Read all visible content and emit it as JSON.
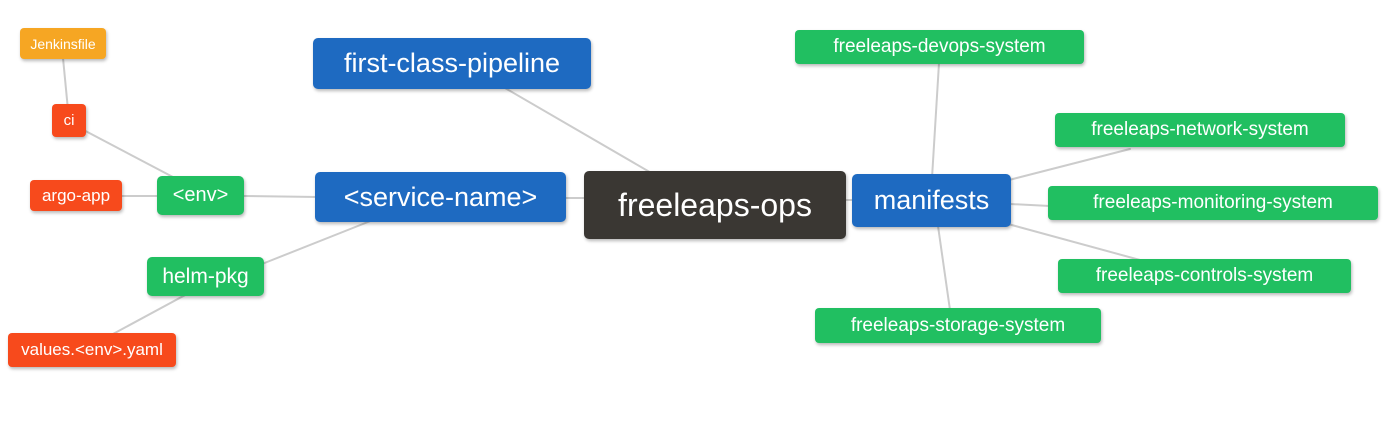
{
  "diagram": {
    "type": "mindmap",
    "root_label": "freeleaps-ops",
    "colors": {
      "root_bg": "#3a3733",
      "branch_bg": "#1e6ac1",
      "sub_bg": "#21bf61",
      "leaf_orange_bg": "#f6a623",
      "leaf_red_bg": "#f74a1c",
      "text": "#ffffff",
      "edge": "#cccccc"
    },
    "nodes": {
      "root": {
        "label": "freeleaps-ops"
      },
      "first_class_pipeline": {
        "label": "first-class-pipeline"
      },
      "service_name": {
        "label": "<service-name>"
      },
      "env": {
        "label": "<env>"
      },
      "ci": {
        "label": "ci"
      },
      "jenkinsfile": {
        "label": "Jenkinsfile"
      },
      "argo_app": {
        "label": "argo-app"
      },
      "helm_pkg": {
        "label": "helm-pkg"
      },
      "values_env_yaml": {
        "label": "values.<env>.yaml"
      },
      "manifests": {
        "label": "manifests"
      },
      "devops_system": {
        "label": "freeleaps-devops-system"
      },
      "network_system": {
        "label": "freeleaps-network-system"
      },
      "monitoring_system": {
        "label": "freeleaps-monitoring-system"
      },
      "controls_system": {
        "label": "freeleaps-controls-system"
      },
      "storage_system": {
        "label": "freeleaps-storage-system"
      }
    },
    "edges": [
      [
        "jenkinsfile",
        "ci"
      ],
      [
        "ci",
        "env"
      ],
      [
        "argo_app",
        "env"
      ],
      [
        "env",
        "service_name"
      ],
      [
        "helm_pkg",
        "service_name"
      ],
      [
        "values_env_yaml",
        "helm_pkg"
      ],
      [
        "service_name",
        "root"
      ],
      [
        "first_class_pipeline",
        "root"
      ],
      [
        "root",
        "manifests"
      ],
      [
        "manifests",
        "devops_system"
      ],
      [
        "manifests",
        "network_system"
      ],
      [
        "manifests",
        "monitoring_system"
      ],
      [
        "manifests",
        "controls_system"
      ],
      [
        "manifests",
        "storage_system"
      ]
    ]
  }
}
